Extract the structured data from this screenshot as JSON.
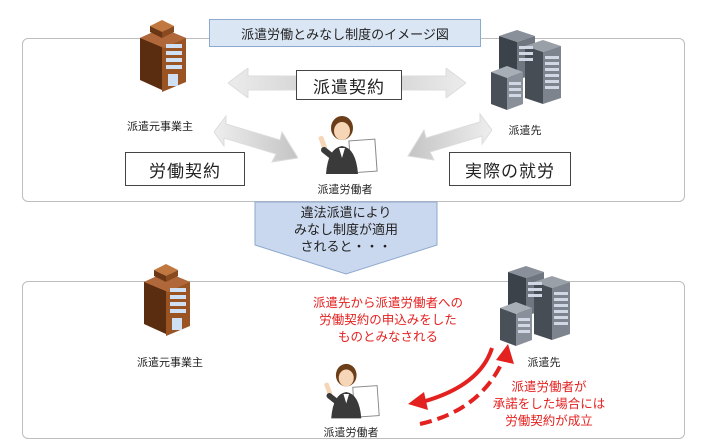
{
  "title": "派遣労働とみなし制度のイメージ図",
  "top": {
    "dispatcher_label": "派遣元事業主",
    "client_label": "派遣先",
    "worker_label": "派遣労働者",
    "dispatch_contract": "派遣契約",
    "labor_contract": "労働契約",
    "actual_work": "実際の就労"
  },
  "callout": {
    "line1": "違法派遣により",
    "line2": "みなし制度が適用",
    "line3": "されると・・・"
  },
  "bottom": {
    "dispatcher_label": "派遣元事業主",
    "client_label": "派遣先",
    "worker_label": "派遣労働者",
    "offer_note": [
      "派遣先から派遣労働者への",
      "労働契約の申込みをした",
      "ものとみなされる"
    ],
    "accept_note": [
      "派遣労働者が",
      "承諾をした場合には",
      "労働契約が成立"
    ]
  },
  "colors": {
    "title_bg": "#dbe6f4",
    "callout_bg": "#c9d8ee",
    "red": "#e3211f",
    "arrow_gray": "#cfcfcf",
    "building_brown": "#8b4a1e",
    "building_gray": "#5f6670"
  },
  "icons": [
    "brown-office-building-icon",
    "gray-office-buildings-icon",
    "office-worker-icon"
  ]
}
